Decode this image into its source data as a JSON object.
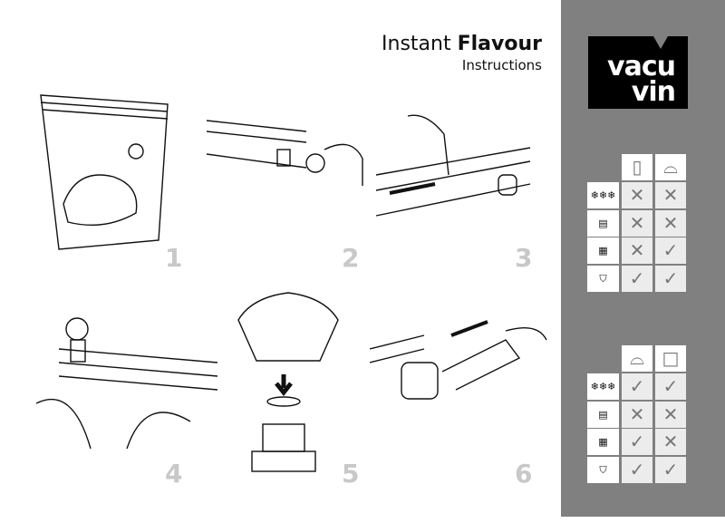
{
  "header": {
    "title_light": "Instant",
    "title_bold": "Flavour",
    "subtitle": "Instructions"
  },
  "logo": {
    "line1": "vacu",
    "line2": "vin"
  },
  "steps": [
    "1",
    "2",
    "3",
    "4",
    "5",
    "6"
  ],
  "row_icons": [
    "freezer-icon",
    "microwave-icon",
    "oven-icon",
    "dishwasher-icon"
  ],
  "row_glyphs": [
    "❄❄❄",
    "▤",
    "▦",
    "⛉"
  ],
  "table1": {
    "columns": [
      "pump-icon",
      "container-lid-icon"
    ],
    "rows": [
      [
        "✕",
        "✕"
      ],
      [
        "✕",
        "✕"
      ],
      [
        "✕",
        "✓"
      ],
      [
        "✓",
        "✓"
      ]
    ]
  },
  "table2": {
    "columns": [
      "container-base-icon",
      "bag-icon"
    ],
    "rows": [
      [
        "✓",
        "✓"
      ],
      [
        "✕",
        "✕"
      ],
      [
        "✓",
        "✕"
      ],
      [
        "✓",
        "✓"
      ]
    ]
  }
}
